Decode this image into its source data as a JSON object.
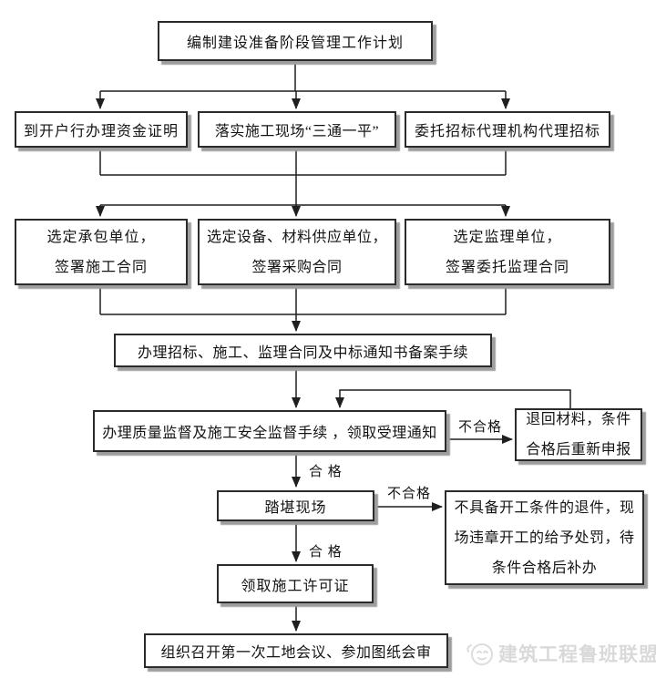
{
  "nodes": {
    "plan": "编制建设准备阶段管理工作计划",
    "fund": "到开户行办理资金证明",
    "site": "落实施工现场“三通一平”",
    "agency": "委托招标代理机构代理招标",
    "contractor": "选定承包单位，\n签署施工合同",
    "supplier": "选定设备、材料供应单位，\n签署采购合同",
    "supervisor": "选定监理单位，\n签署委托监理合同",
    "filing": "办理招标、施工、监理合同及中标通知书备案手续",
    "quality": "办理质量监督及施工安全监督手续 ，领取受理通知",
    "return_material": "退回材料，条件\n合格后重新申报",
    "survey": "踏堪现场",
    "reject": "不具备开工条件的退件，现\n场违章开工的给予处罚，待\n条件合格后补办",
    "permit": "领取施工许可证",
    "meeting": "组织召开第一次工地会议、参加图纸会审"
  },
  "edge_labels": {
    "fail_top": "不合格",
    "pass_top": "合 格",
    "fail_bottom": "不合格",
    "pass_bottom": "合 格"
  },
  "watermark": {
    "text": "建筑工程鲁班联盟"
  },
  "colors": {
    "box_border": "#2b2b2b",
    "box_shadow": "#9e9e9e",
    "line": "#1f1f1f",
    "watermark": "#d9d9d9"
  }
}
